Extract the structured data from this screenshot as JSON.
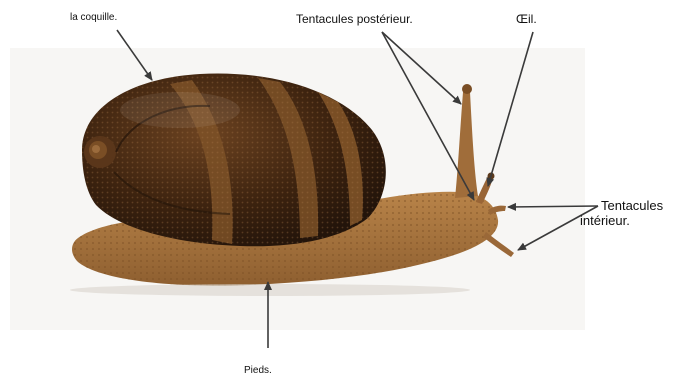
{
  "labels": {
    "shell": "la coquille.",
    "posterior_tentacles": "Tentacules postérieur.",
    "eye": "Œil.",
    "inner_tentacles_line1": "Tentacules",
    "inner_tentacles_line2": "intérieur.",
    "foot": "Pieds."
  },
  "colors": {
    "background": "#ffffff",
    "photo_background": "#f7f6f4",
    "shell_dark": "#2e1a0c",
    "shell_band_light": "#8a5a2b",
    "body": "#a9763f",
    "arrow": "#3a3a3a"
  }
}
